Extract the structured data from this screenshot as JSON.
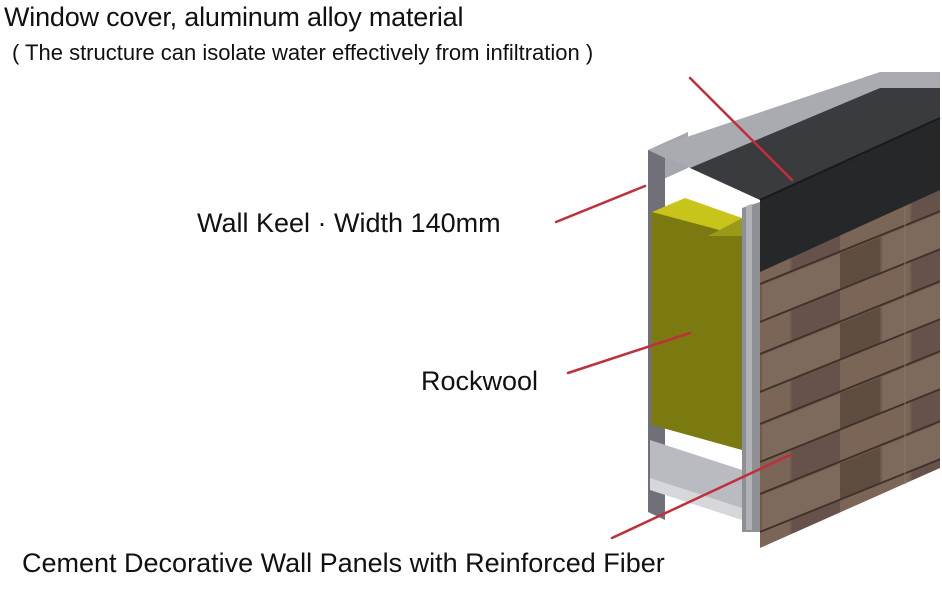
{
  "diagram": {
    "labels": {
      "window_cover_title": "Window cover, aluminum alloy material",
      "window_cover_note": "( The structure can  isolate water effectively from infiltration )",
      "wall_keel": "Wall Keel · Width 140mm",
      "rockwool": "Rockwool",
      "wall_panel": "Cement Decorative Wall Panels with Reinforced Fiber"
    },
    "components": [
      {
        "name": "Window cover",
        "material": "aluminum alloy",
        "color": "#2f3033"
      },
      {
        "name": "Wall Keel",
        "width": "140mm",
        "color": "#8e9096"
      },
      {
        "name": "Rockwool",
        "color": "#7a7a10"
      },
      {
        "name": "Cement Decorative Wall Panels",
        "color": "#6e5a4c"
      }
    ],
    "leader_color": "#c0303a"
  }
}
